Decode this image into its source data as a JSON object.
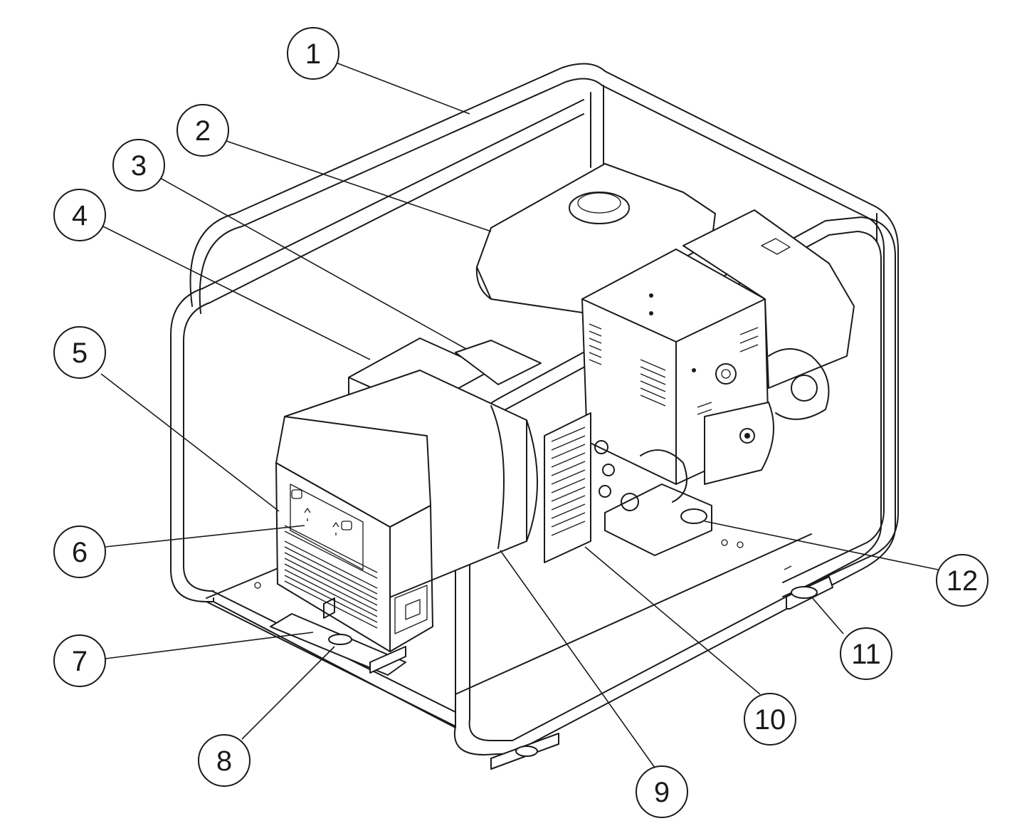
{
  "callouts": [
    {
      "label": "1"
    },
    {
      "label": "2"
    },
    {
      "label": "3"
    },
    {
      "label": "4"
    },
    {
      "label": "5"
    },
    {
      "label": "6"
    },
    {
      "label": "7"
    },
    {
      "label": "8"
    },
    {
      "label": "9"
    },
    {
      "label": "10"
    },
    {
      "label": "11"
    },
    {
      "label": "12"
    }
  ],
  "colors": {
    "line": "#1a1a1a",
    "background": "#ffffff"
  }
}
